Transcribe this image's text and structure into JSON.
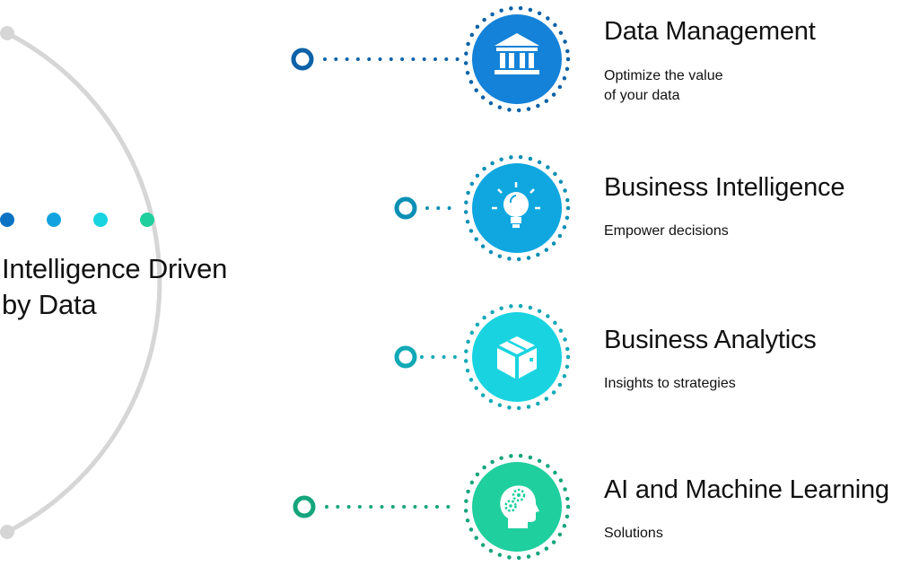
{
  "title": "Intelligence Driven\nby Data",
  "legend_dots": [
    "#0b72c4",
    "#14a3e0",
    "#18d3e0",
    "#1fcf9e"
  ],
  "arc_color": "#d6d6d6",
  "items": [
    {
      "title": "Data Management",
      "description": "Optimize the value\nof your data",
      "icon": "bank-icon",
      "color": "#1482d8",
      "node_color": "#0b62a8"
    },
    {
      "title": "Business Intelligence",
      "description": "Empower decisions",
      "icon": "lightbulb-icon",
      "color": "#10a7e0",
      "node_color": "#0a8fb5"
    },
    {
      "title": "Business Analytics",
      "description": "Insights to strategies",
      "icon": "box-icon",
      "color": "#19d4e0",
      "node_color": "#12a9b6"
    },
    {
      "title": "AI and Machine Learning",
      "description": "Solutions",
      "icon": "head-gears-icon",
      "color": "#1fcf9e",
      "node_color": "#14a57c"
    }
  ]
}
